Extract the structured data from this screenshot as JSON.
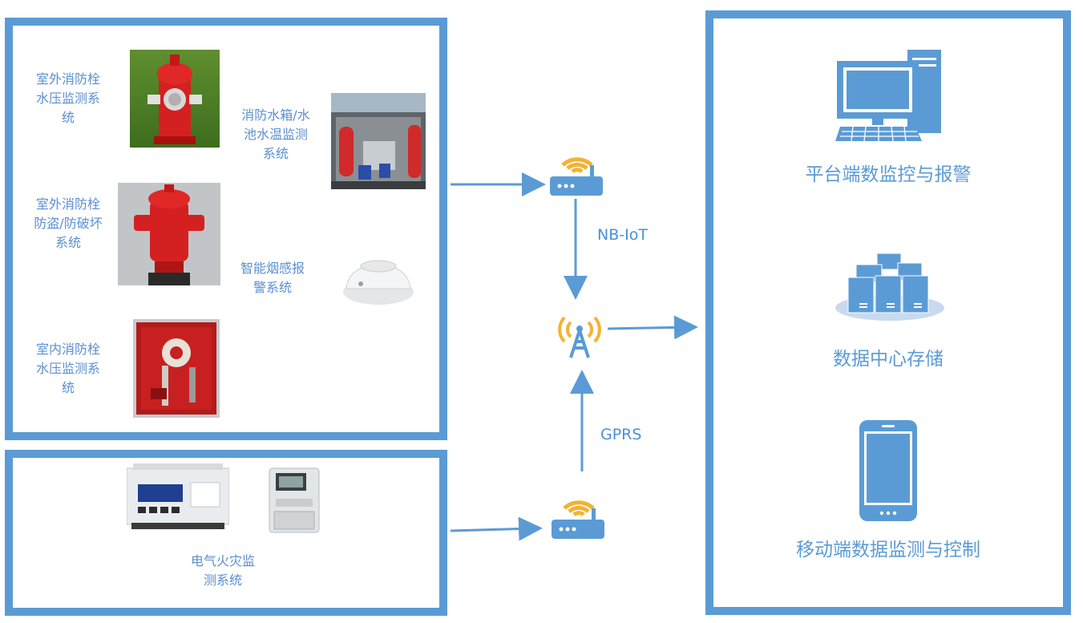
{
  "left_top_panel": {
    "items": [
      {
        "label": "室外消防栓水压监测系统",
        "lines": [
          "室外消防栓",
          "水压监测系",
          "统"
        ]
      },
      {
        "label": "消防水箱/水池水温监测系统",
        "lines": [
          "消防水箱/水",
          "池水温监测",
          "系统"
        ]
      },
      {
        "label": "室外消防栓防盗/防破坏系统",
        "lines": [
          "室外消防栓",
          "防盗/防破坏",
          "系统"
        ]
      },
      {
        "label": "智能烟感报警系统",
        "lines": [
          "智能烟感报",
          "警系统"
        ]
      },
      {
        "label": "室内消防栓水压监测系统",
        "lines": [
          "室内消防栓",
          "水压监测系",
          "统"
        ]
      }
    ]
  },
  "left_bottom_panel": {
    "item": {
      "label": "电气火灾监测系统",
      "lines": [
        "电气火灾监",
        "测系统"
      ]
    }
  },
  "links": {
    "nb_iot": "NB-IoT",
    "gprs": "GPRS"
  },
  "right_panel": {
    "items": [
      {
        "label": "平台端数监控与报警",
        "icon": "desktop-computer-icon"
      },
      {
        "label": "数据中心存储",
        "icon": "server-cluster-icon"
      },
      {
        "label": "移动端数据监测与控制",
        "icon": "smartphone-icon"
      }
    ]
  },
  "colors": {
    "accent": "#5b9bd5",
    "wifi_orange": "#f4b233",
    "text_blue": "#5b8fd0",
    "hydrant_red": "#d42020"
  }
}
